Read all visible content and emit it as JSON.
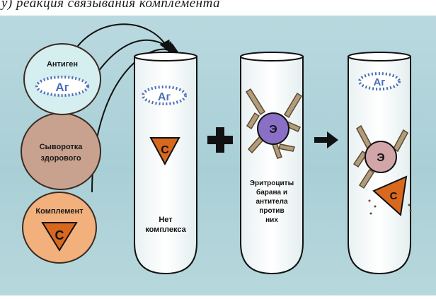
{
  "caption": {
    "text": "у) реакция связывания комплемента"
  },
  "circles": {
    "antigen": {
      "label": "Антиген",
      "badge": "Аг"
    },
    "serum": {
      "label_line1": "Сыворотка",
      "label_line2": "здорового"
    },
    "complement": {
      "label": "Комплемент",
      "badge": "С"
    }
  },
  "tubes": {
    "tube1": {
      "antigen_badge": "Аг",
      "complement_badge": "С",
      "label_line1": "Нет",
      "label_line2": "комплекса"
    },
    "tube2": {
      "cell_label": "Э",
      "label_line1": "Эритроциты",
      "label_line2": "барана и",
      "label_line3": "антитела",
      "label_line4": "против",
      "label_line5": "них"
    },
    "tube3": {
      "antigen_badge": "Аг",
      "cell_label": "Э",
      "complement_badge": "С"
    }
  },
  "colors": {
    "background": "#b3d5db",
    "antigen_circle": "#d5eef0",
    "serum_circle": "#c9a28f",
    "complement_circle": "#f2b07c",
    "complement_triangle": "#d9681f",
    "antigen_badge": "#4a6fb7",
    "erythrocyte_purple": "#8a6fc7",
    "erythrocyte_pink": "#d2a6a8",
    "antibody": "#b39c7a"
  }
}
